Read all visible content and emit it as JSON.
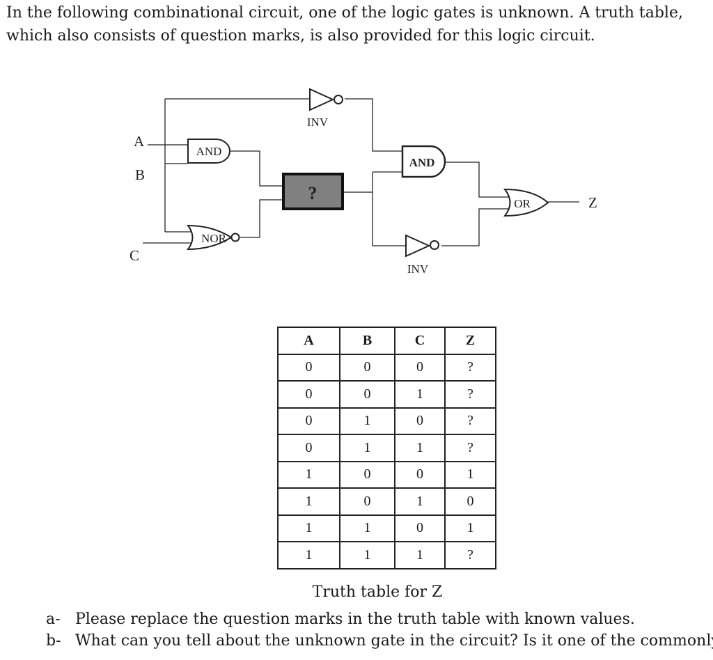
{
  "intro": "In the following combinational circuit, one of the logic gates is unknown. A truth table, which also consists of question marks, is also provided for this logic circuit.",
  "circuit": {
    "inputs": {
      "a": "A",
      "b": "B",
      "c": "C"
    },
    "output": "Z",
    "gates": {
      "and1": "AND",
      "nor1": "NOR",
      "unknown": "?",
      "inv_top": "INV",
      "and2": "AND",
      "inv_bottom": "INV",
      "or1": "OR"
    },
    "unknown_gate_fill": "#808080"
  },
  "truth_table": {
    "headers": [
      "A",
      "B",
      "C",
      "Z"
    ],
    "rows": [
      [
        "0",
        "0",
        "0",
        "?"
      ],
      [
        "0",
        "0",
        "1",
        "?"
      ],
      [
        "0",
        "1",
        "0",
        "?"
      ],
      [
        "0",
        "1",
        "1",
        "?"
      ],
      [
        "1",
        "0",
        "0",
        "1"
      ],
      [
        "1",
        "0",
        "1",
        "0"
      ],
      [
        "1",
        "1",
        "0",
        "1"
      ],
      [
        "1",
        "1",
        "1",
        "?"
      ]
    ],
    "caption": "Truth table for Z"
  },
  "questions": [
    {
      "marker": "a-",
      "text": "Please replace the question marks in the truth table with known values."
    },
    {
      "marker": "b-",
      "text": "What can you tell about the unknown gate in the circuit? Is it one of the commonly"
    }
  ]
}
